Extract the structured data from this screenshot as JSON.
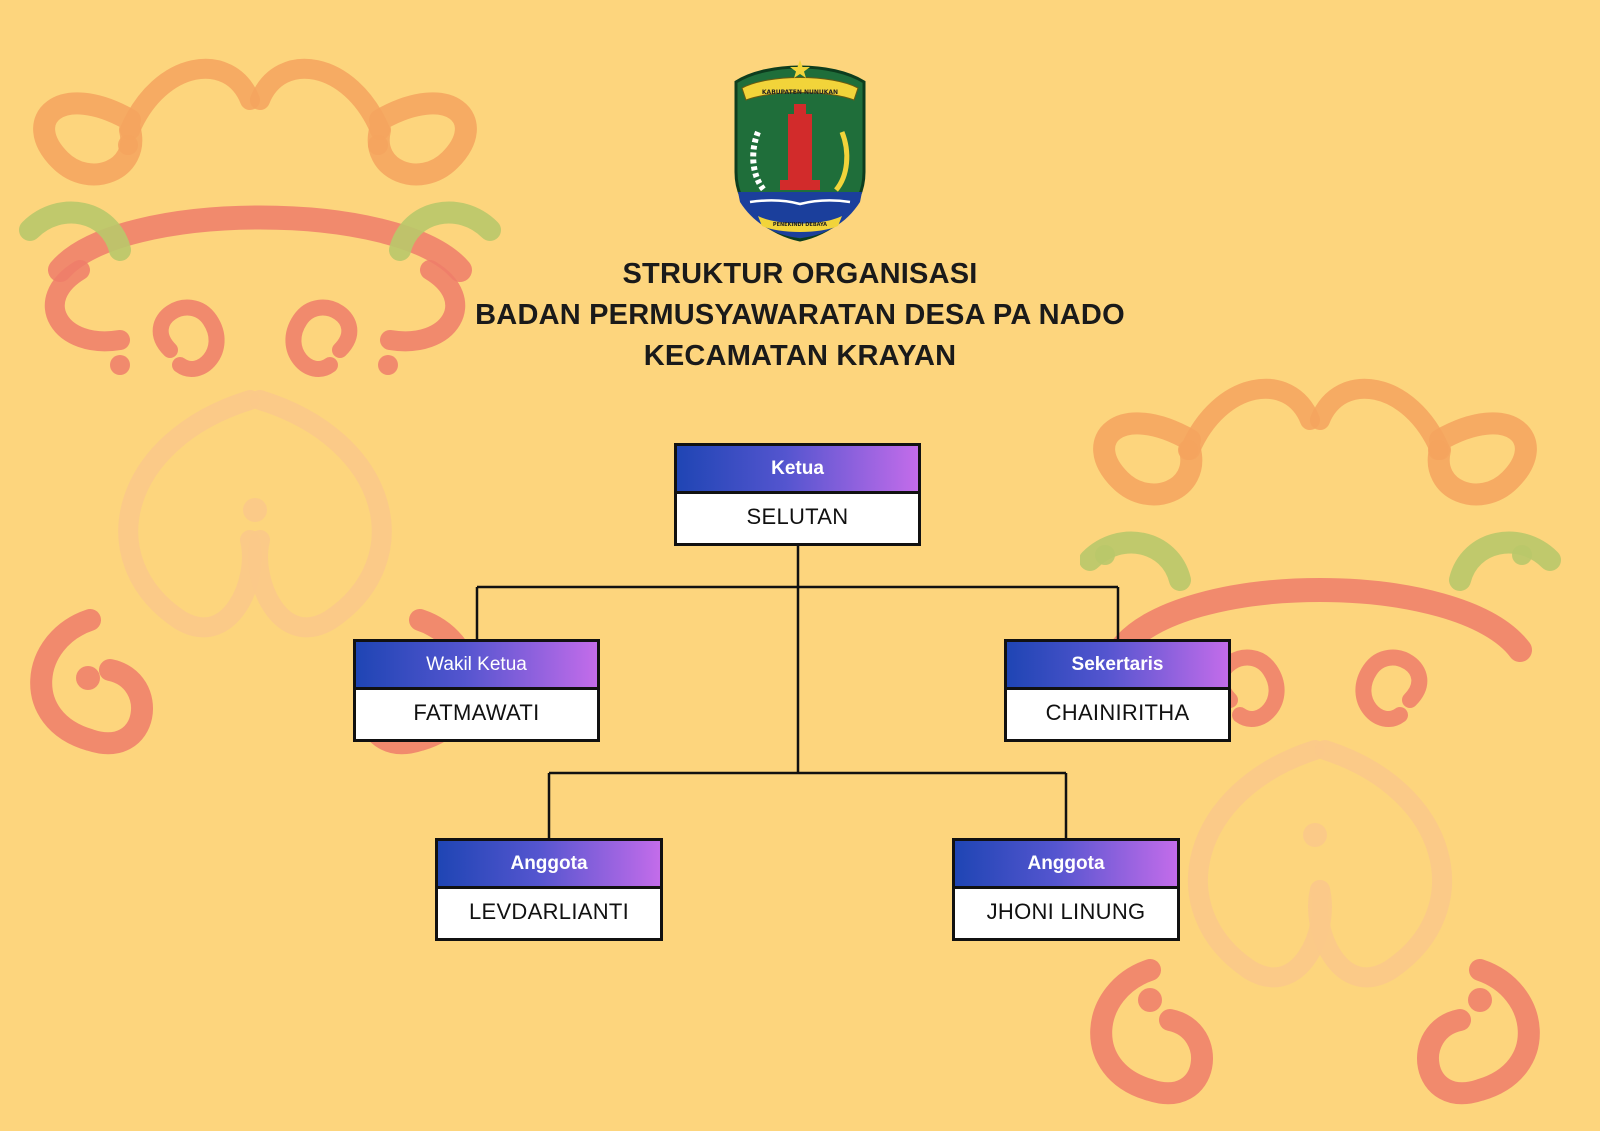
{
  "emblem": {
    "top_text": "KABUPATEN NUNUKAN",
    "bottom_text": "PENEKINDI DEBAYA"
  },
  "title": {
    "line1": "STRUKTUR ORGANISASI",
    "line2": "BADAN PERMUSYAWARATAN DESA PA NADO",
    "line3": "KECAMATAN KRAYAN"
  },
  "org": {
    "ketua": {
      "role": "Ketua",
      "name": "SELUTAN"
    },
    "wakil_ketua": {
      "role": "Wakil Ketua",
      "name": "FATMAWATI"
    },
    "sekertaris": {
      "role": "Sekertaris",
      "name": "CHAINIRITHA"
    },
    "anggota_1": {
      "role": "Anggota",
      "name": "LEVDARLIANTI"
    },
    "anggota_2": {
      "role": "Anggota",
      "name": "JHONI LINUNG"
    }
  },
  "colors": {
    "background": "#fdd57d",
    "ornament_orange": "#f4a35e",
    "ornament_coral": "#ee7d6a",
    "ornament_green": "#b9c86a",
    "gradient_start": "#1f45b4",
    "gradient_end": "#c36cea"
  }
}
